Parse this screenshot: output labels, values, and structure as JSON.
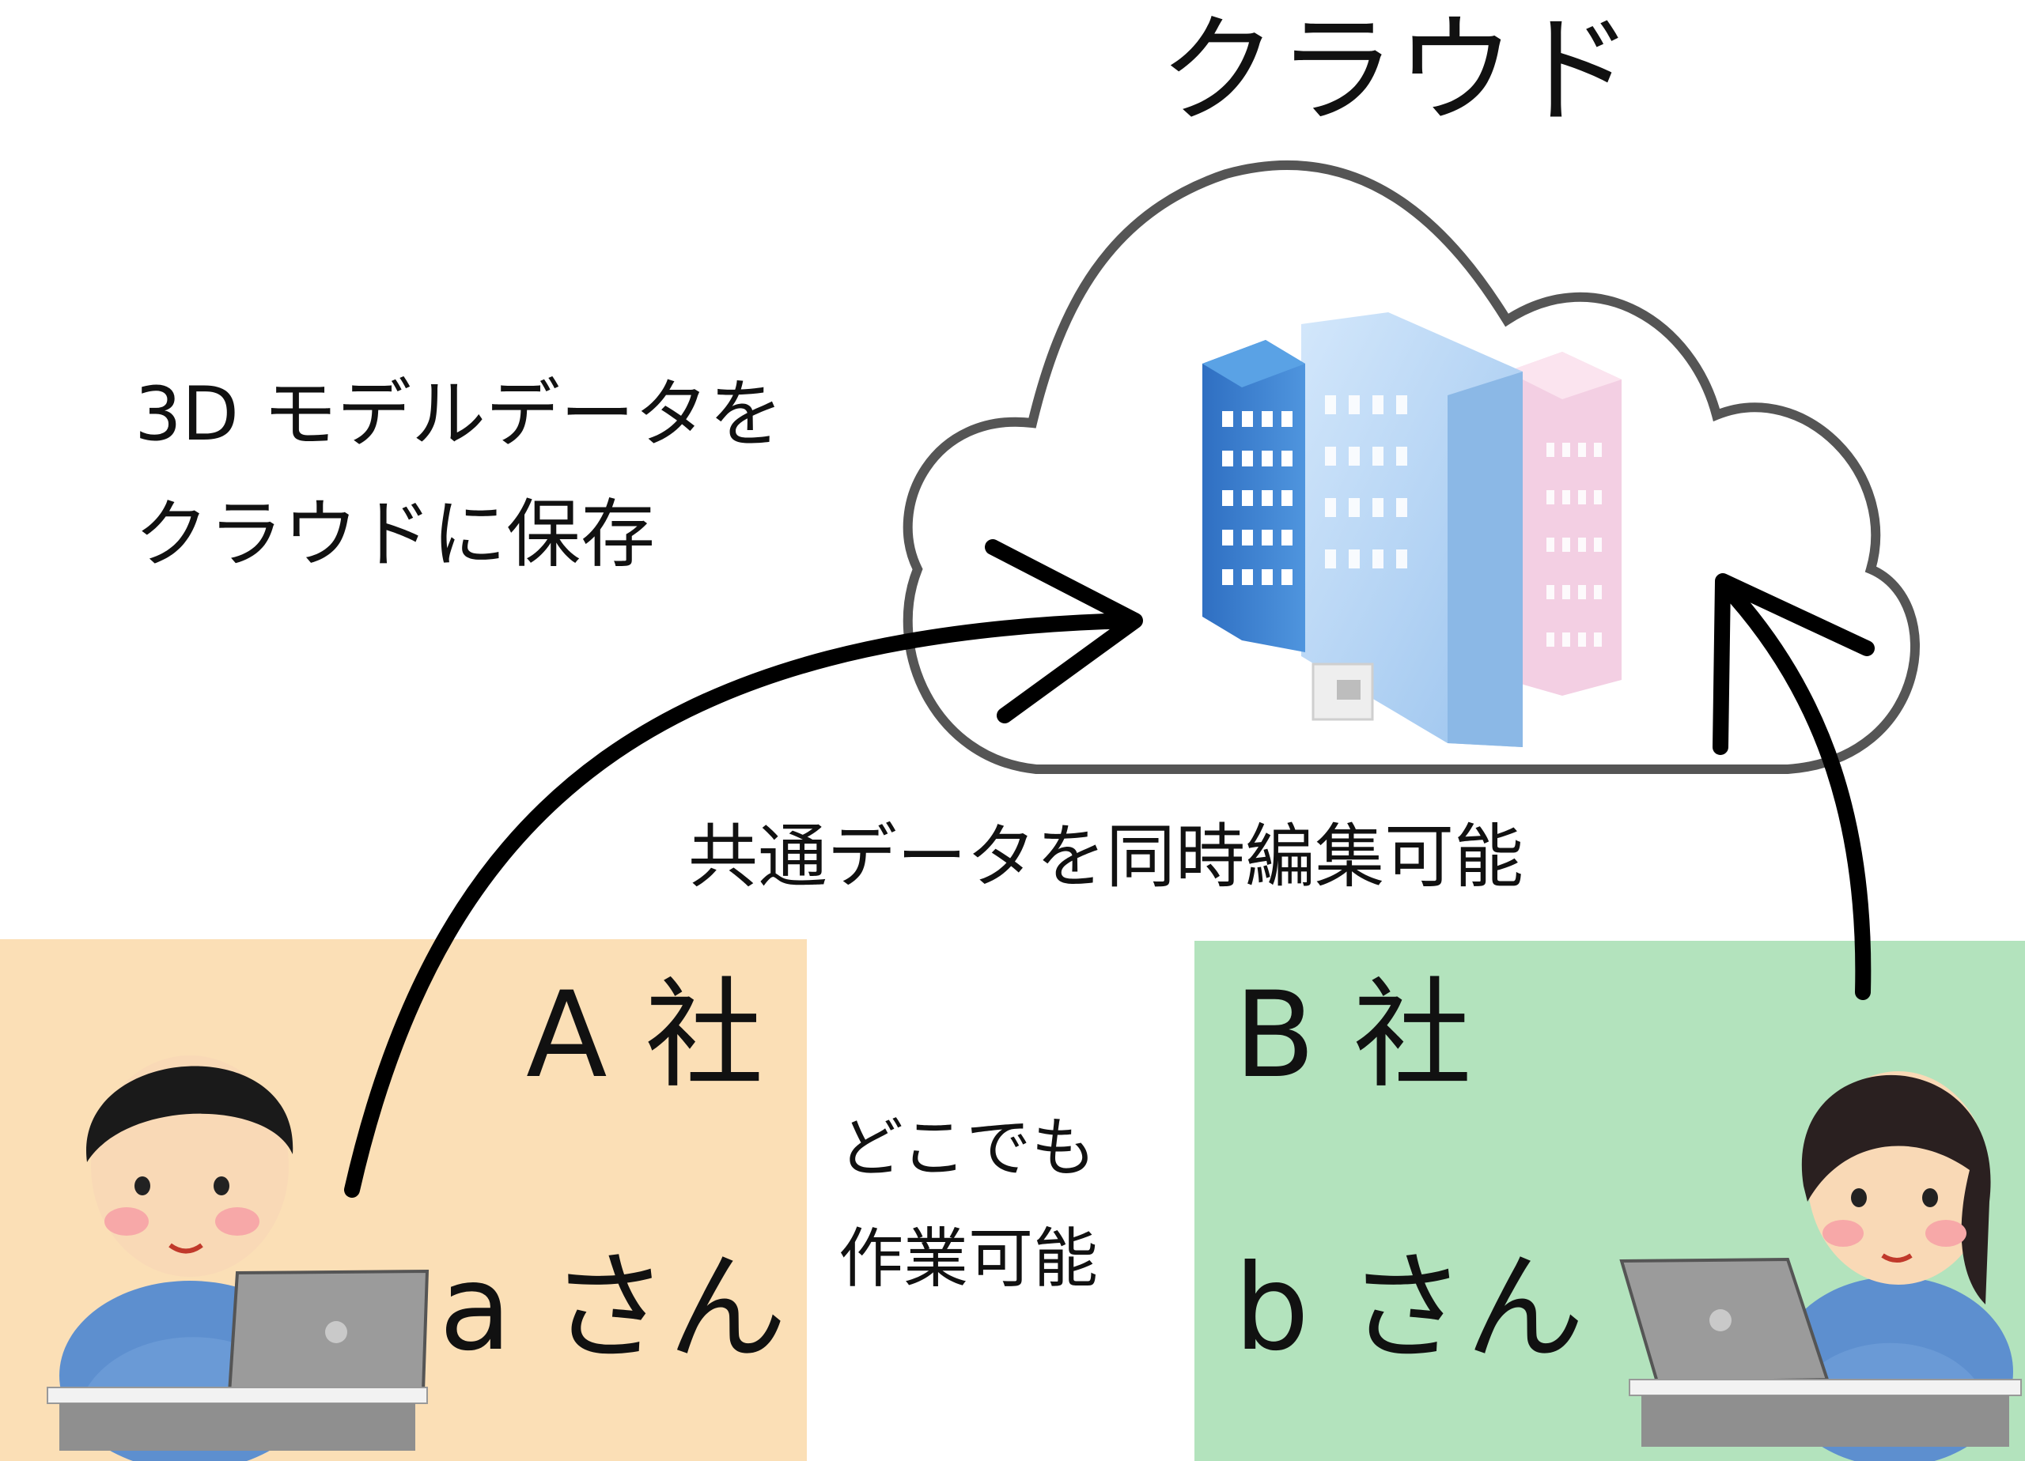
{
  "cloud": {
    "title": "クラウド"
  },
  "save_note": {
    "line1": "3D モデルデータを",
    "line2": "クラウドに保存"
  },
  "shared_note": "共通データを同時編集可能",
  "anywhere_note": {
    "line1": "どこでも",
    "line2": "作業可能"
  },
  "company_a": {
    "name": "A 社",
    "person": "a さん",
    "color": "#fbdfb6"
  },
  "company_b": {
    "name": "B 社",
    "person": "b さん",
    "color": "#b3e3bd"
  },
  "icons": [
    "cloud-outline-icon",
    "office-building-icon",
    "worker-man-laptop-icon",
    "worker-woman-laptop-icon"
  ]
}
